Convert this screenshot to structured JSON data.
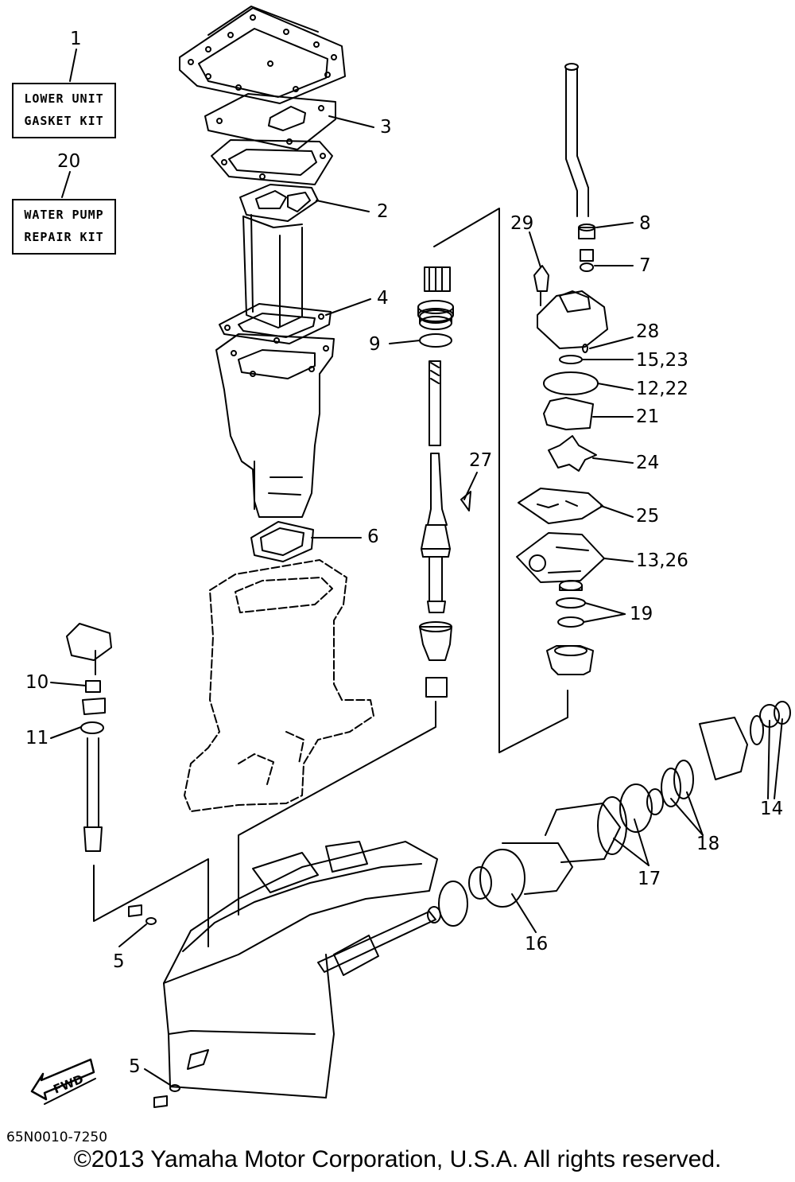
{
  "kits": [
    {
      "number": "1",
      "lines": [
        "LOWER UNIT",
        "GASKET KIT"
      ]
    },
    {
      "number": "20",
      "lines": [
        "WATER PUMP",
        "REPAIR KIT"
      ]
    }
  ],
  "callouts": {
    "c3": "3",
    "c2": "2",
    "c4": "4",
    "c6": "6",
    "c9": "9",
    "c27": "27",
    "c29": "29",
    "c8": "8",
    "c7": "7",
    "c28": "28",
    "c15_23": "15,23",
    "c12_22": "12,22",
    "c21": "21",
    "c24": "24",
    "c25": "25",
    "c13_26": "13,26",
    "c19": "19",
    "c10": "10",
    "c11": "11",
    "c14": "14",
    "c18": "18",
    "c17": "17",
    "c16": "16",
    "c5a": "5",
    "c5b": "5"
  },
  "fwd_label": "FWD",
  "part_code": "65N0010-7250",
  "copyright": "©2013 Yamaha Motor Corporation, U.S.A. All rights reserved."
}
